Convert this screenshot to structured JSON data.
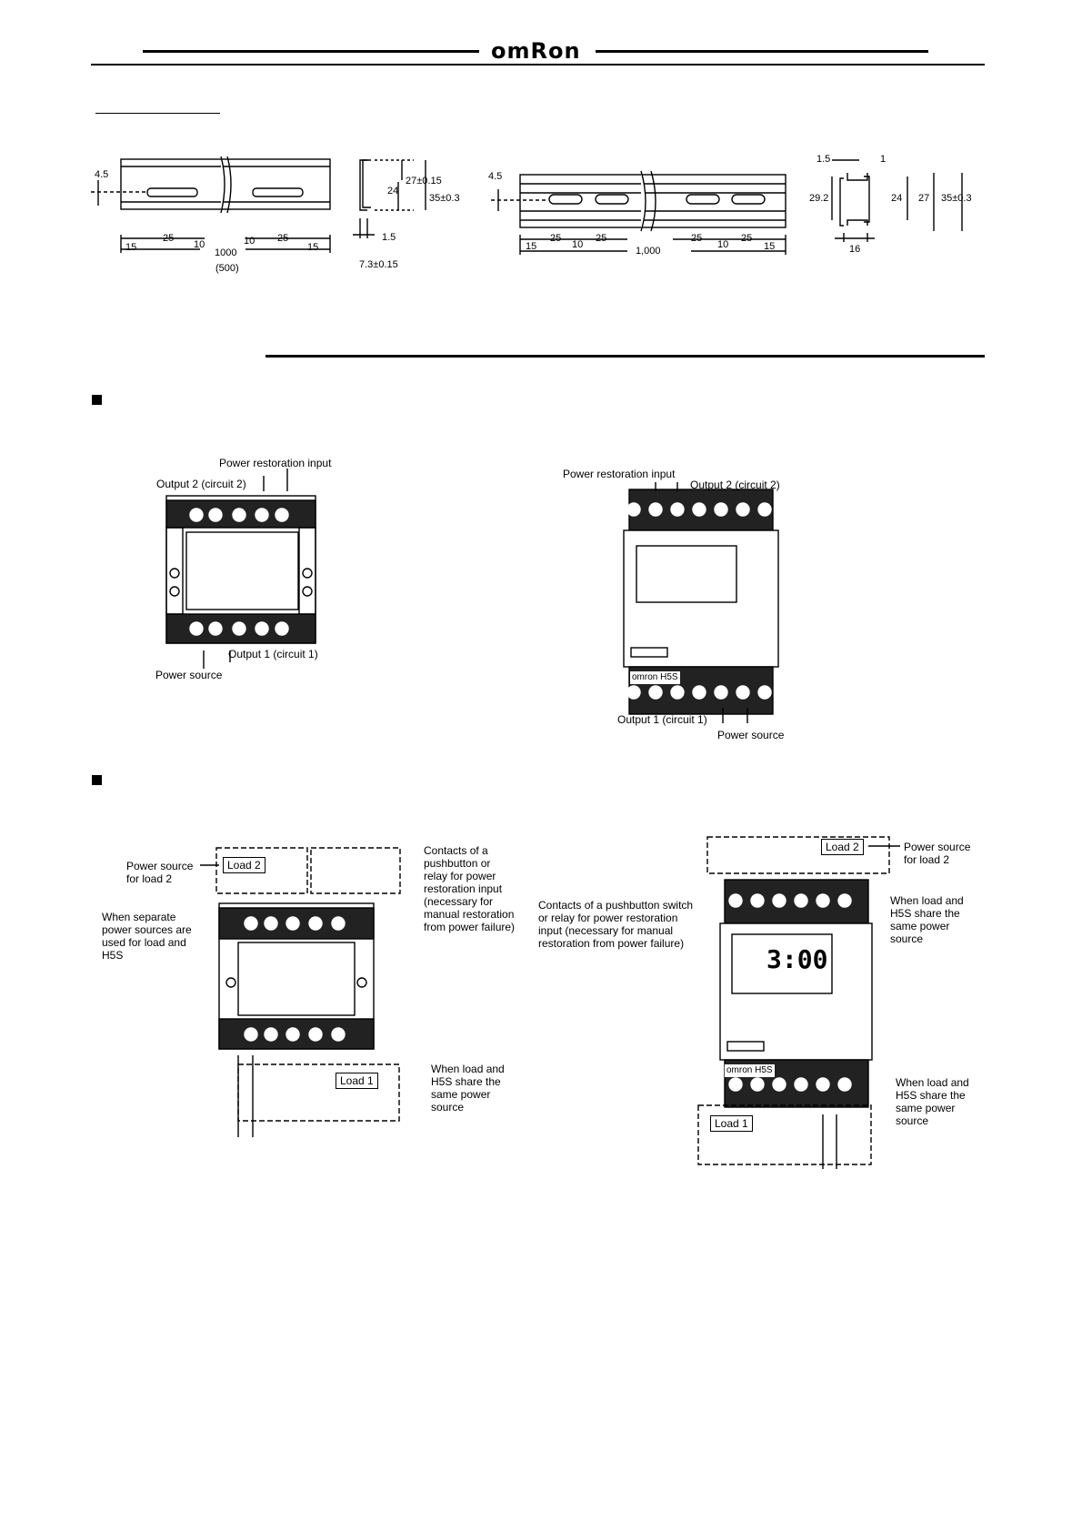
{
  "header": {
    "logo_text": "omRon"
  },
  "rail_dims_left": {
    "d45": "4.5",
    "d25a": "25",
    "d10a": "10",
    "d15a": "15",
    "d1000": "1000",
    "d500": "(500)",
    "d10b": "10",
    "d25b": "25",
    "d15b": "15"
  },
  "rail_profile_left": {
    "d27": "27±0.15",
    "d24": "24",
    "d35": "35±0.3",
    "d15": "1.5",
    "d73": "7.3±0.15"
  },
  "rail_dims_right": {
    "d45": "4.5",
    "d15a": "15",
    "d25a": "25",
    "d10a": "10",
    "d25b": "25",
    "d1000": "1,000",
    "d25c": "25",
    "d10b": "10",
    "d25d": "25",
    "d15b": "15"
  },
  "rail_profile_right": {
    "d15": "1.5",
    "d1": "1",
    "d292": "29.2",
    "d24": "24",
    "d27": "27",
    "d35": "35±0.3",
    "d16": "16"
  },
  "terminal_section": {
    "left": {
      "power_restoration_input": "Power restoration input",
      "output2": "Output 2 (circuit 2)",
      "output1": "Output 1 (circuit 1)",
      "power_source": "Power source"
    },
    "right": {
      "power_restoration_input": "Power restoration input",
      "output2": "Output 2 (circuit 2)",
      "output1": "Output 1 (circuit 1)",
      "power_source": "Power source",
      "brand": "omron  H5S"
    }
  },
  "wiring_section": {
    "left": {
      "power_source_load2": "Power source\nfor load 2",
      "load2": "Load 2",
      "load1": "Load 1",
      "separate_sources": "When separate\npower sources are\nused for load and\nH5S",
      "contacts": "Contacts of a\npushbutton or\nrelay for power\nrestoration input\n(necessary for\nmanual restoration\nfrom power failure)",
      "share_source": "When load and\nH5S share the\nsame power\nsource"
    },
    "right": {
      "load2": "Load 2",
      "load1": "Load 1",
      "power_source_load2": "Power source\nfor load 2",
      "contacts": "Contacts of a pushbutton switch\nor relay for power restoration\ninput (necessary for manual\nrestoration from power failure)",
      "share_source_top": "When load and\nH5S share the\nsame power\nsource",
      "share_source_bottom": "When load and\nH5S share the\nsame power\nsource",
      "display_time": "3:00",
      "brand": "omron  H5S"
    }
  }
}
